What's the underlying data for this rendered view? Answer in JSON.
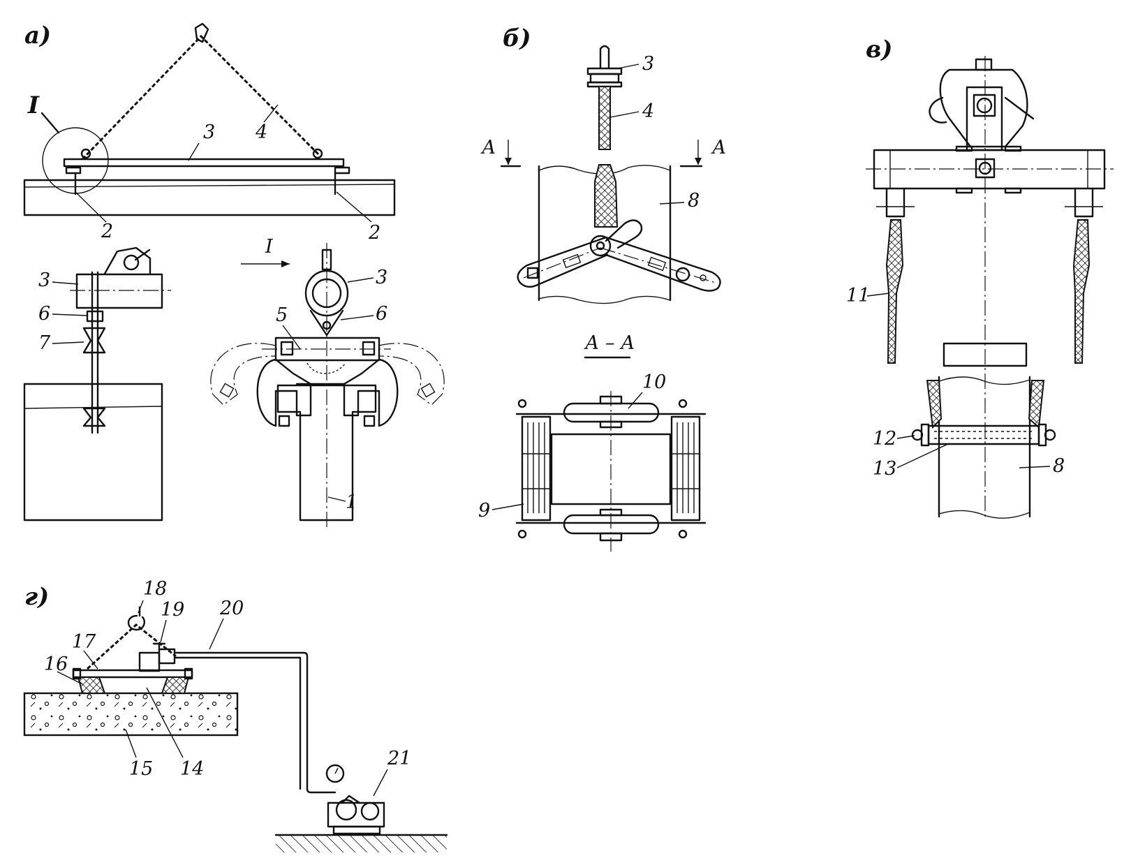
{
  "panels": {
    "a": "а)",
    "b": "б)",
    "v": "в)",
    "g": "г)"
  },
  "labels": {
    "detail_I": "I",
    "view_I": "I",
    "section_A_left": "А",
    "section_A_right": "А",
    "section_AA": "А – А",
    "n1": "1",
    "n2": "2",
    "n3": "3",
    "n4": "4",
    "n5": "5",
    "n6": "6",
    "n7": "7",
    "n8": "8",
    "n9": "9",
    "n10": "10",
    "n11": "11",
    "n12": "12",
    "n13": "13",
    "n14": "14",
    "n15": "15",
    "n16": "16",
    "n17": "17",
    "n18": "18",
    "n19": "19",
    "n20": "20",
    "n21": "21"
  },
  "icons": [
    "pressure-gauge-icon",
    "hook-icon"
  ]
}
